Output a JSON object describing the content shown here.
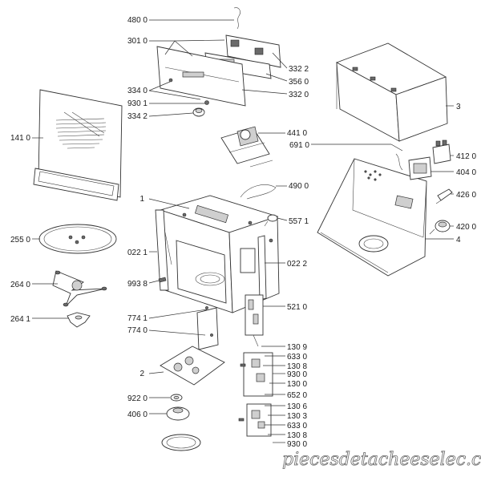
{
  "labels": {
    "l4800": "480 0",
    "l3010": "301 0",
    "l3322": "332 2",
    "l3560": "356 0",
    "l3320": "332 0",
    "l3340": "334 0",
    "l9301a": "930 1",
    "l3342": "334 2",
    "l1410": "141 0",
    "l4410": "441 0",
    "l6910": "691 0",
    "l3": "3",
    "l4120": "412 0",
    "l4040": "404 0",
    "l4260": "426 0",
    "l4200": "420 0",
    "l4": "4",
    "l4900": "490 0",
    "l1": "1",
    "l5571": "557 1",
    "l2550": "255 0",
    "l0221": "022 1",
    "l0222": "022 2",
    "l2640": "264 0",
    "l9938": "993 8",
    "l5210": "521 0",
    "l2641": "264 1",
    "l7741": "774 1",
    "l7740": "774 0",
    "l1309": "130 9",
    "l6330a": "633 0",
    "l1308a": "130 8",
    "l9300a": "930 0",
    "l1300": "130 0",
    "l2": "2",
    "l6520": "652 0",
    "l9220": "922 0",
    "l1306": "130 6",
    "l4060": "406 0",
    "l1303": "130 3",
    "l6330b": "633 0",
    "l1308b": "130 8",
    "l9300b": "930 0"
  },
  "watermark": "piecesdetacheeselec.com"
}
